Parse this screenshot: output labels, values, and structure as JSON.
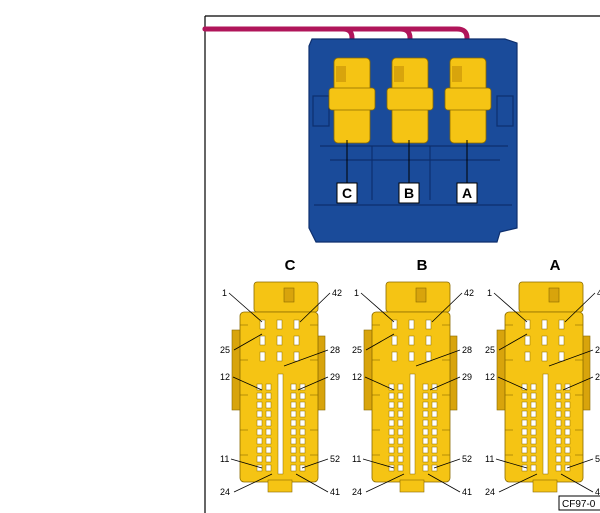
{
  "colors": {
    "housing_blue": "#1a4b9a",
    "housing_dark": "#0d2f6e",
    "connector_yellow": "#f5c414",
    "connector_shade": "#d8a40c",
    "wire": "#b0155a",
    "frame": "#000000"
  },
  "top_view": {
    "plug_tags": [
      "C",
      "B",
      "A"
    ]
  },
  "connectors": [
    {
      "title": "C",
      "pins": {
        "p1": "1",
        "p42": "42",
        "p25": "25",
        "p28": "28",
        "p12": "12",
        "p29": "29",
        "p11": "11",
        "p52": "52",
        "p24": "24",
        "p41": "41"
      }
    },
    {
      "title": "B",
      "pins": {
        "p1": "1",
        "p42": "42",
        "p25": "25",
        "p28": "28",
        "p12": "12",
        "p29": "29",
        "p11": "11",
        "p52": "52",
        "p24": "24",
        "p41": "41"
      }
    },
    {
      "title": "A",
      "pins": {
        "p1": "1",
        "p42": "4",
        "p25": "25",
        "p28": "2",
        "p12": "12",
        "p29": "2",
        "p11": "11",
        "p52": "5",
        "p24": "24",
        "p41": "4"
      }
    }
  ],
  "figure_code": "CF97-0"
}
